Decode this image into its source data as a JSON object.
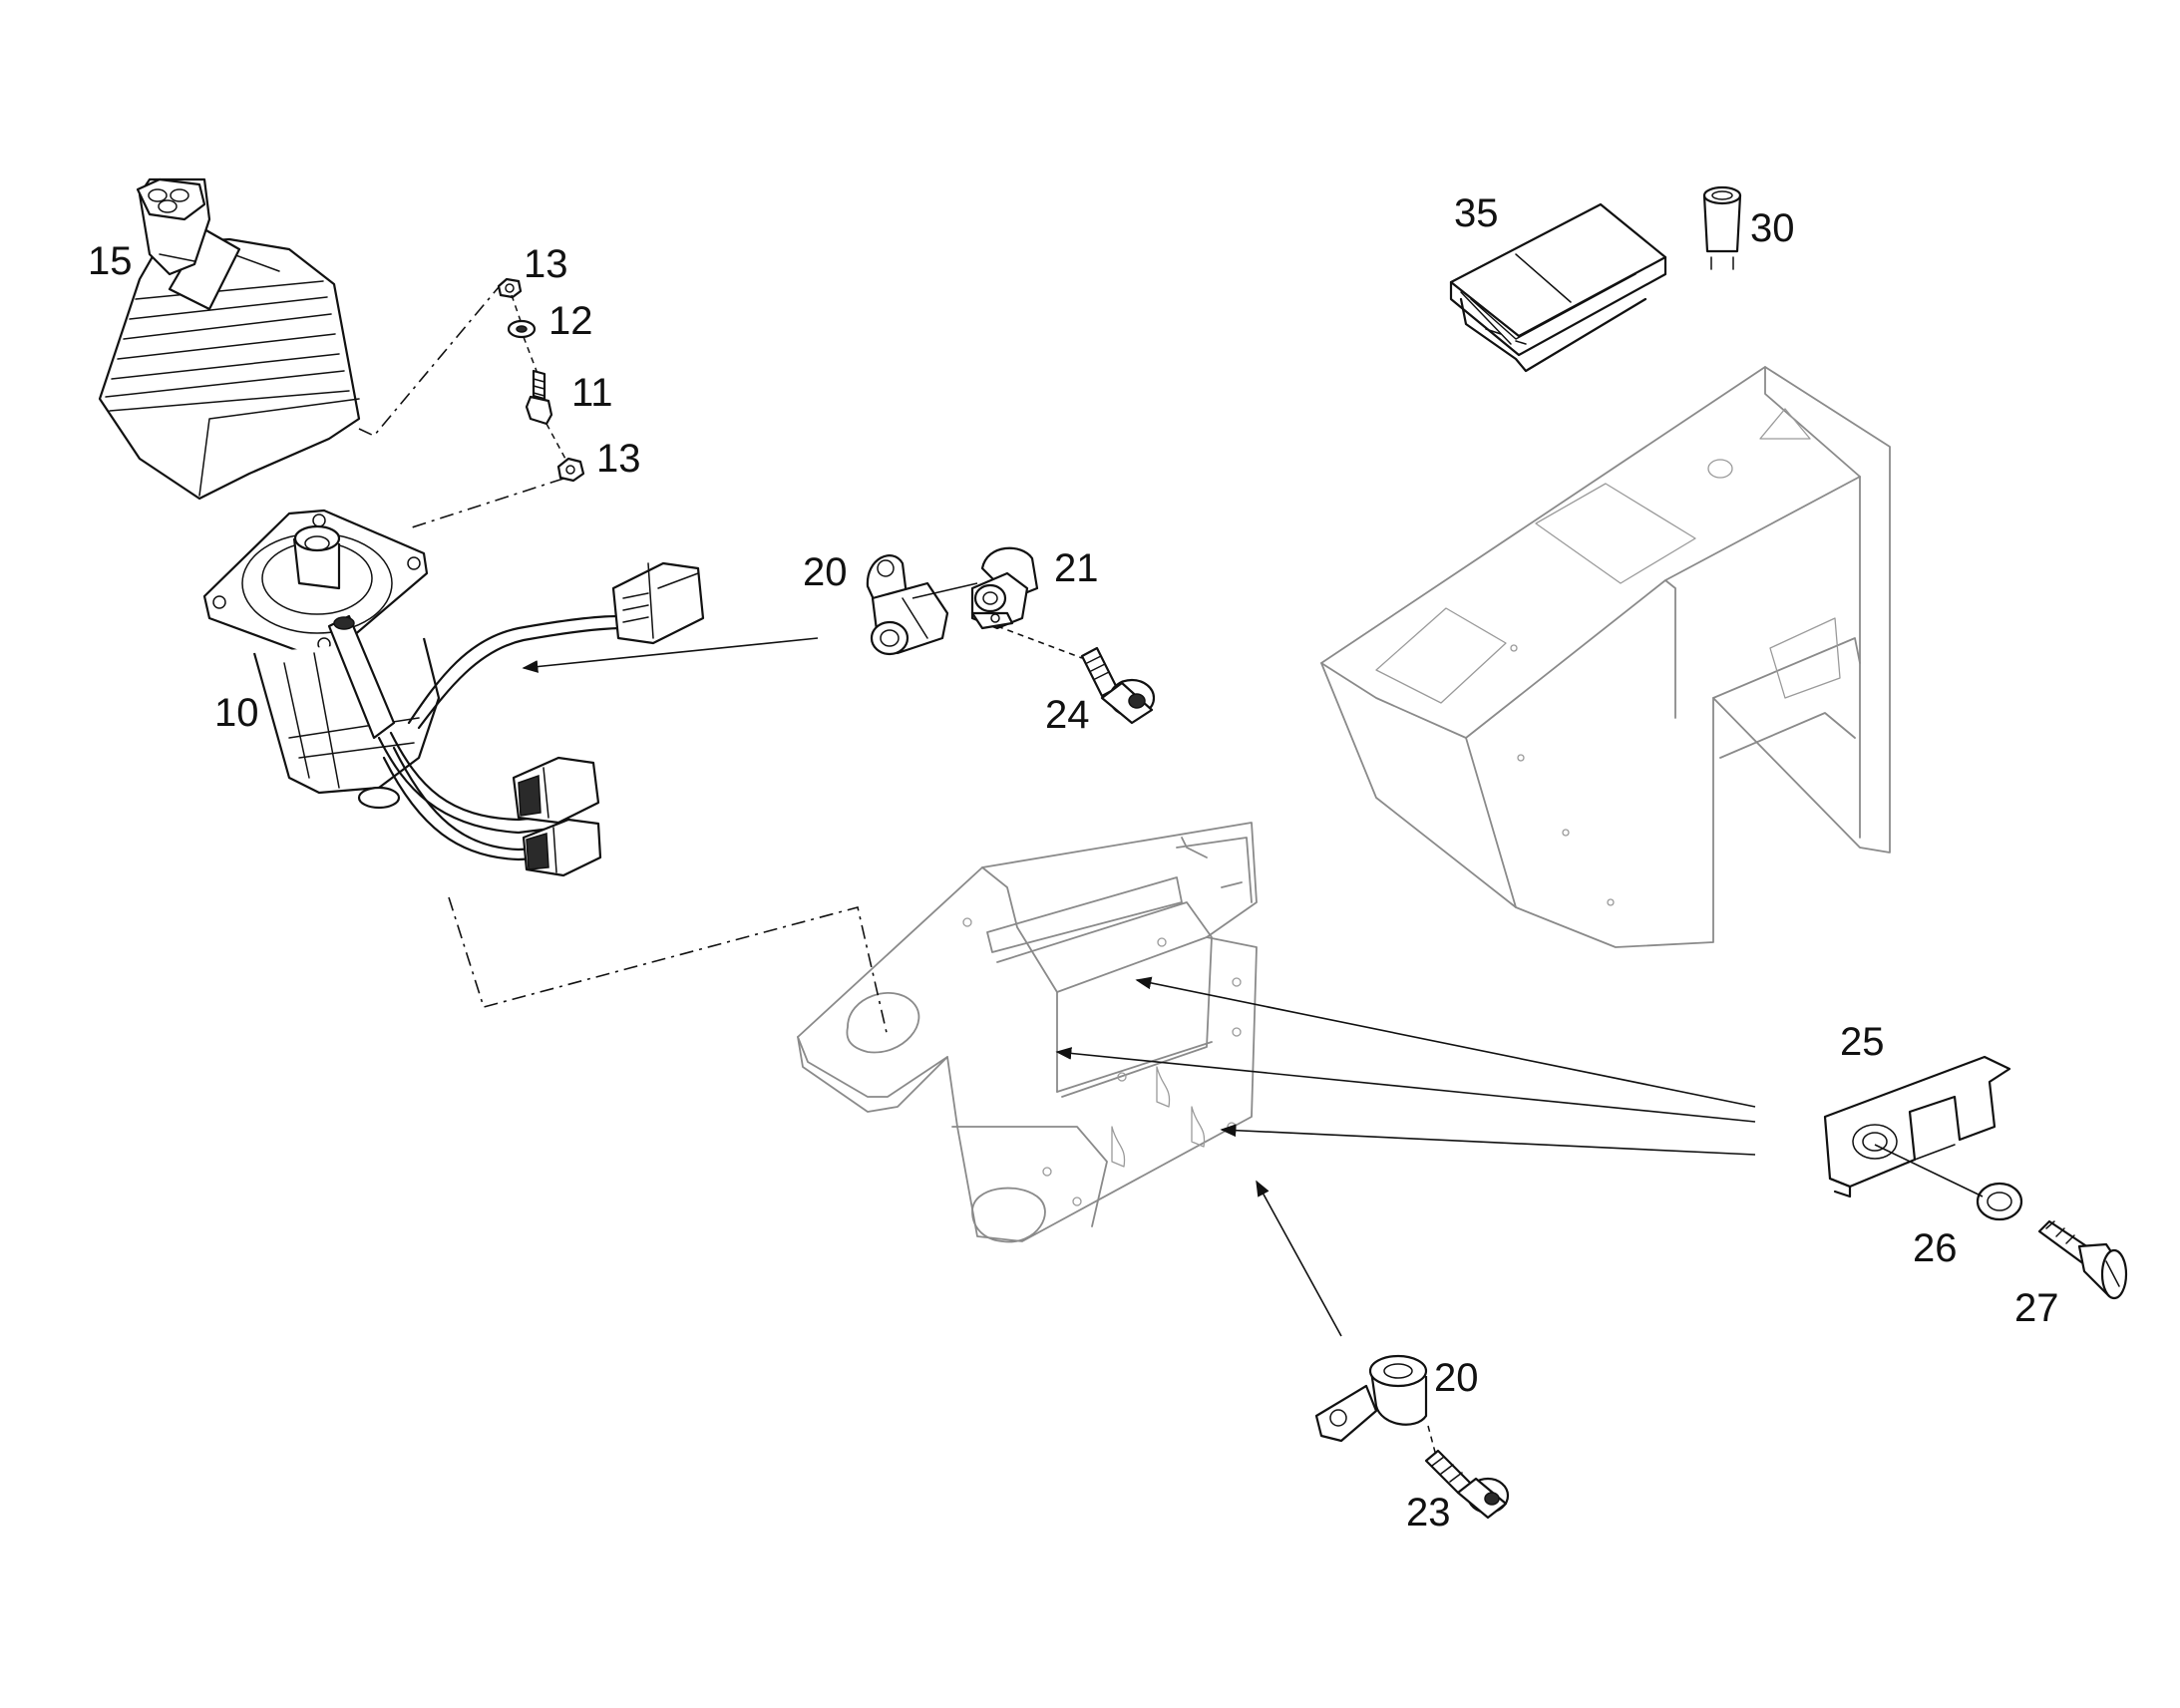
{
  "labels": {
    "p10": "10",
    "p11": "11",
    "p12": "12",
    "p13a": "13",
    "p13b": "13",
    "p15": "15",
    "p20a": "20",
    "p20b": "20",
    "p21": "21",
    "p23": "23",
    "p24": "24",
    "p25": "25",
    "p26": "26",
    "p27": "27",
    "p30": "30",
    "p35": "35"
  },
  "colors": {
    "line": "#111111",
    "ghost_line": "#8a8a8a",
    "background": "#ffffff"
  }
}
